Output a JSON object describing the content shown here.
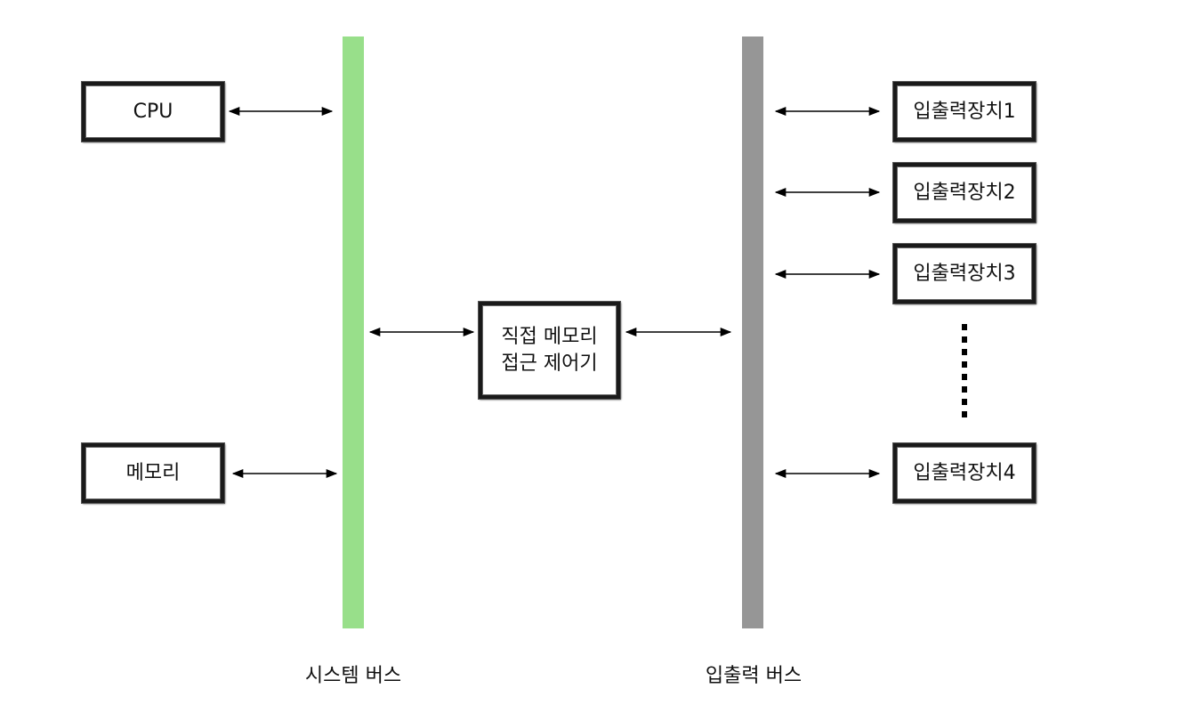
{
  "buses": {
    "system": {
      "label": "시스템 버스",
      "color": "#98df8a"
    },
    "io": {
      "label": "입출력 버스",
      "color": "#969696"
    }
  },
  "boxes": {
    "cpu": "CPU",
    "memory": "메모리",
    "dma_line1": "직접 메모리",
    "dma_line2": "접근 제어기",
    "io1": "입출력장치1",
    "io2": "입출력장치2",
    "io3": "입출력장치3",
    "io4": "입출력장치4"
  },
  "colors": {
    "box_border": "#1a1a1a",
    "arrow": "#000000"
  }
}
